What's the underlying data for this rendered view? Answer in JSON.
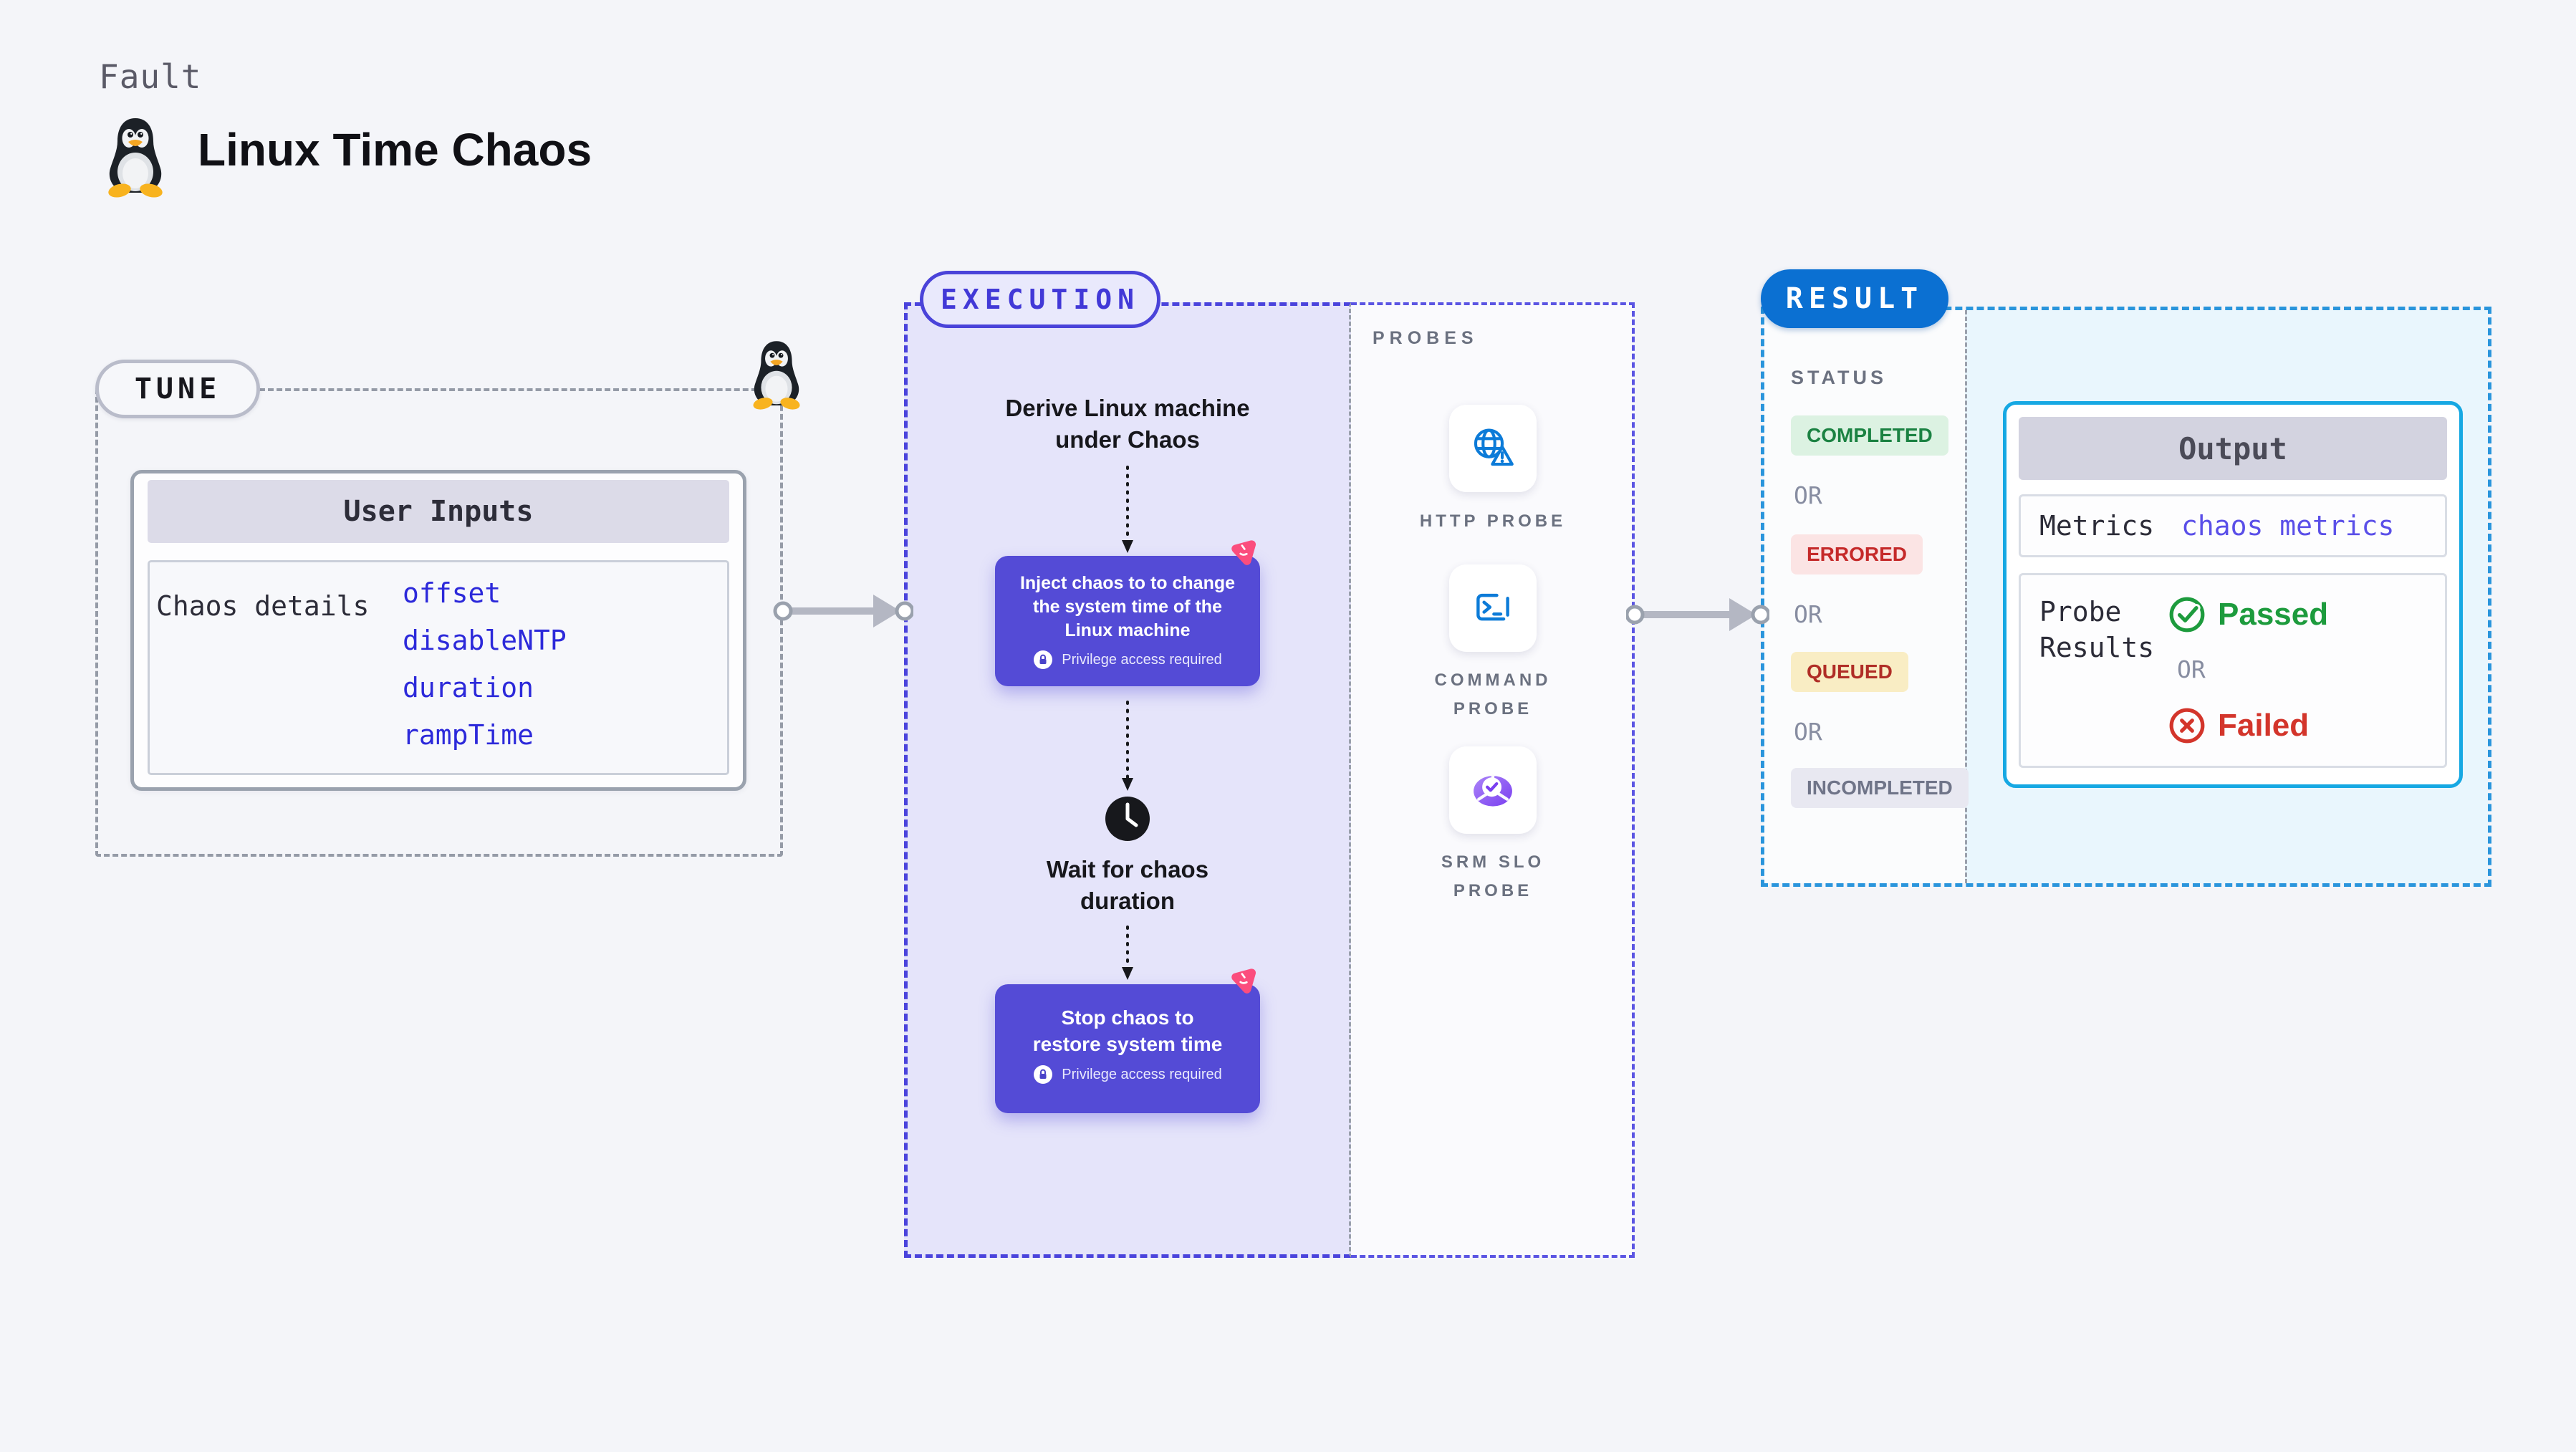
{
  "header": {
    "kicker": "Fault",
    "title": "Linux Time Chaos"
  },
  "tune": {
    "pill": "TUNE",
    "card_title": "User Inputs",
    "row_label": "Chaos details",
    "links": [
      "offset",
      "disableNTP",
      "duration",
      "rampTime"
    ]
  },
  "execution": {
    "pill": "EXECUTION",
    "derive_step": "Derive Linux machine\nunder Chaos",
    "inject_step": "Inject chaos to to change\nthe system time of the\nLinux machine",
    "privilege_note": "Privilege access required",
    "wait_step": "Wait for chaos\nduration",
    "stop_step": "Stop chaos to\nrestore system time"
  },
  "probes": {
    "label": "PROBES",
    "items": [
      {
        "name": "HTTP PROBE",
        "icon": "globe-alert-icon"
      },
      {
        "name": "COMMAND PROBE",
        "icon": "terminal-icon"
      },
      {
        "name": "SRM SLO PROBE",
        "icon": "slo-donut-icon"
      }
    ]
  },
  "result": {
    "pill": "RESULT",
    "status_label": "STATUS",
    "or": "OR",
    "statuses": [
      {
        "label": "COMPLETED"
      },
      {
        "label": "ERRORED"
      },
      {
        "label": "QUEUED"
      },
      {
        "label": "INCOMPLETED"
      }
    ],
    "output": {
      "title": "Output",
      "metrics_label": "Metrics",
      "metrics_link": "chaos metrics",
      "probe_results_label": "Probe\nResults",
      "passed": "Passed",
      "failed": "Failed"
    }
  },
  "colors": {
    "page_bg": "#f4f5f9",
    "indigo_accent": "#4a43d9",
    "purple_step_box": "#544bd6",
    "pink_chaos": "#fb4d7d",
    "result_blue": "#0b70d2",
    "result_dash_blue": "#2a95dc",
    "output_border_cyan": "#16a8e3",
    "tune_link_blue": "#2c29da",
    "metrics_link_indigo": "#5a4fe8",
    "passed_green": "#1d9b3d",
    "failed_red": "#d3352b",
    "probe_icon_blue": "#0c7bd8",
    "completed_green": "#1b8242",
    "errored_red": "#c52a2a",
    "queued_amber_bg": "#f9edc4",
    "incompleted_gray": "#6f7488"
  }
}
